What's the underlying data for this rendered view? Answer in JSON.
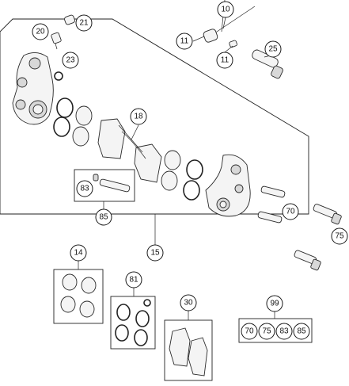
{
  "diagram_title": "",
  "callouts": {
    "c10": "10",
    "c11a": "11",
    "c11b": "11",
    "c14": "14",
    "c15": "15",
    "c18": "18",
    "c20": "20",
    "c21": "21",
    "c23": "23",
    "c25": "25",
    "c30": "30",
    "c70": "70",
    "c75": "75",
    "c81": "81",
    "c83": "83",
    "c85": "85",
    "c99": "99",
    "kit_70": "70",
    "kit_75": "75",
    "kit_83": "83",
    "kit_85": "85"
  },
  "colors": {
    "line": "#1a1a1a",
    "part_fill": "#f4f4f4",
    "background": "#ffffff"
  }
}
